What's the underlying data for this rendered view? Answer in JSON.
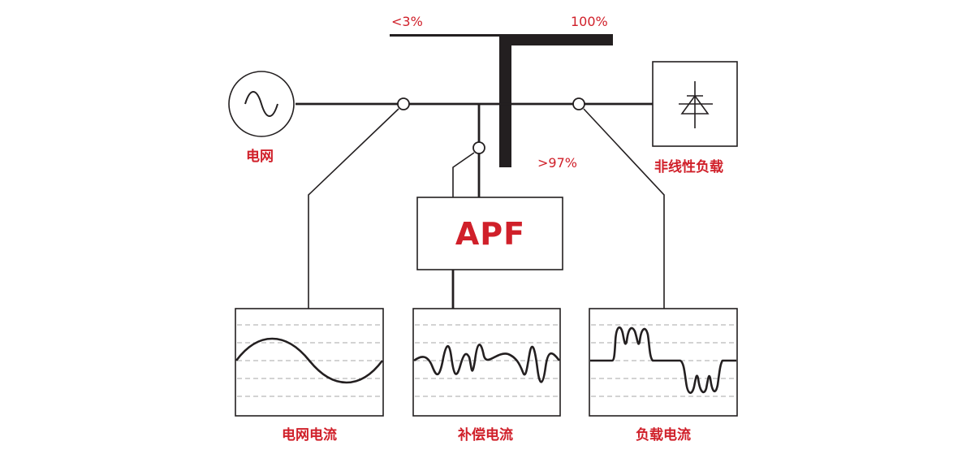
{
  "labels": {
    "grid": "电网",
    "nonlinear_load": "非线性负载",
    "apf": "APF",
    "grid_current": "电网电流",
    "compensation_current": "补偿电流",
    "load_current": "负载电流"
  },
  "percentages": {
    "fundamental_side": "<3%",
    "harmonic_total": "100%",
    "compensated_share": ">97%"
  },
  "colors": {
    "accent": "#d0202a",
    "line": "#231f20",
    "gridline": "#a7a7a7"
  },
  "icons": {
    "source": "ac-source-icon",
    "load": "diode-icon"
  }
}
